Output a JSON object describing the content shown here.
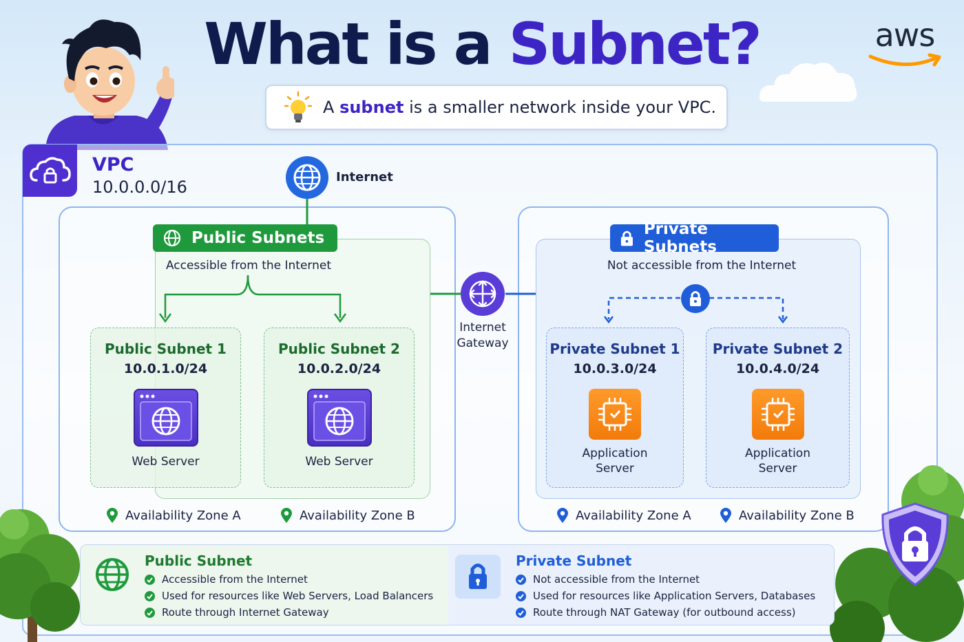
{
  "title": {
    "part1": "What is a",
    "part2": "Subnet?"
  },
  "brand": {
    "name": "aws"
  },
  "definition": {
    "prefix": "A",
    "highlight": "subnet",
    "suffix": "is a smaller network inside your VPC."
  },
  "vpc": {
    "label": "VPC",
    "cidr": "10.0.0.0/16"
  },
  "internet": {
    "label": "Internet"
  },
  "gateway": {
    "line1": "Internet",
    "line2": "Gateway"
  },
  "public_group": {
    "label": "Public Subnets",
    "caption": "Accessible from the Internet",
    "subnets": [
      {
        "name": "Public Subnet 1",
        "cidr": "10.0.1.0/24",
        "resource": "Web Server",
        "az": "Availability Zone A"
      },
      {
        "name": "Public Subnet 2",
        "cidr": "10.0.2.0/24",
        "resource": "Web Server",
        "az": "Availability Zone B"
      }
    ]
  },
  "private_group": {
    "label": "Private Subnets",
    "caption": "Not accessible from the Internet",
    "subnets": [
      {
        "name": "Private Subnet 1",
        "cidr": "10.0.3.0/24",
        "resource_line1": "Application",
        "resource_line2": "Server",
        "az": "Availability Zone A"
      },
      {
        "name": "Private Subnet 2",
        "cidr": "10.0.4.0/24",
        "resource_line1": "Application",
        "resource_line2": "Server",
        "az": "Availability Zone B"
      }
    ]
  },
  "legend": {
    "public": {
      "title": "Public Subnet",
      "items": [
        "Accessible from the Internet",
        "Used for resources like Web Servers, Load Balancers",
        "Route through Internet Gateway"
      ]
    },
    "private": {
      "title": "Private Subnet",
      "items": [
        "Not accessible from the Internet",
        "Used for resources like Application Servers, Databases",
        "Route through NAT Gateway (for outbound access)"
      ]
    }
  },
  "colors": {
    "title_dark": "#0f1b4d",
    "accent_purple": "#3d24c4",
    "public_green": "#1e9a3c",
    "private_blue": "#1f5ed8",
    "app_orange": "#f27b0a"
  },
  "icons": [
    "developer-avatar",
    "lightbulb-icon",
    "aws-logo",
    "cloud-lock-icon",
    "globe-icon",
    "router-icon",
    "lock-icon",
    "web-server-icon",
    "chip-icon",
    "location-pin-icon",
    "shield-lock-icon",
    "check-icon",
    "tree-decoration"
  ]
}
